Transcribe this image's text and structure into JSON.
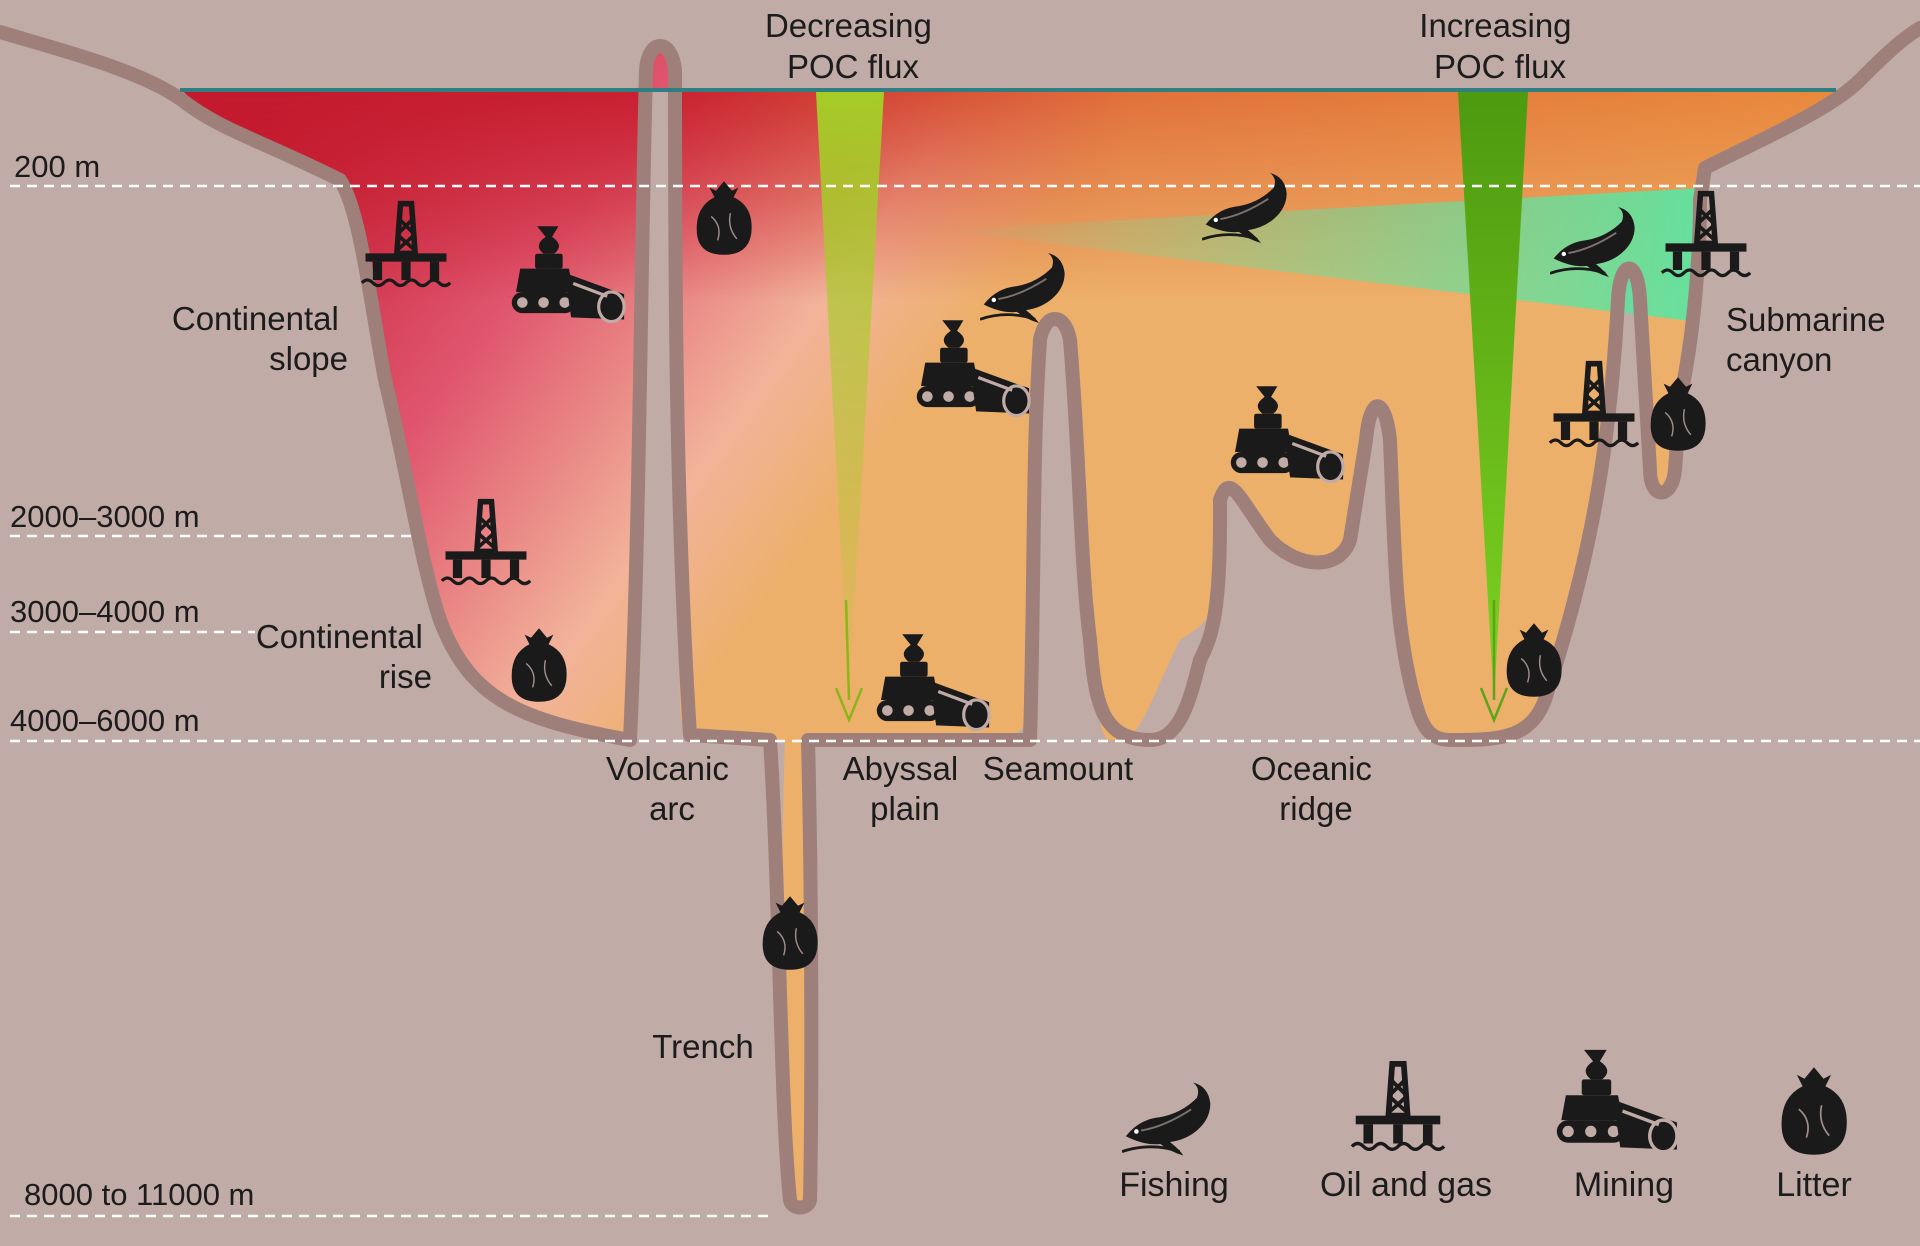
{
  "flux": {
    "decreasing": [
      "Decreasing",
      "POC flux"
    ],
    "increasing": [
      "Increasing",
      "POC flux"
    ]
  },
  "depths": {
    "d200": "200 m",
    "d2000": "2000–3000 m",
    "d3000": "3000–4000 m",
    "d4000": "4000–6000 m",
    "d8000": "8000 to 11000 m"
  },
  "features": {
    "continental_slope": [
      "Continental",
      "slope"
    ],
    "continental_rise": [
      "Continental",
      "rise"
    ],
    "volcanic_arc": [
      "Volcanic",
      "arc"
    ],
    "abyssal_plain": [
      "Abyssal",
      "plain"
    ],
    "seamount": "Seamount",
    "oceanic_ridge": [
      "Oceanic",
      "ridge"
    ],
    "submarine_canyon": [
      "Submarine",
      "canyon"
    ],
    "trench": "Trench"
  },
  "legend": {
    "fishing": "Fishing",
    "oil_gas": "Oil and gas",
    "mining": "Mining",
    "litter": "Litter"
  },
  "icon_names": [
    "fishing-icon",
    "oil-gas-platform-icon",
    "mining-vehicle-icon",
    "litter-bag-icon"
  ],
  "colors": {
    "seabed": "#c1aba6",
    "seabed_outline": "#9e7f7a",
    "surface_line": "#2f7f82",
    "water_red": "#c2182e",
    "water_pink": "#e0566e",
    "water_orange": "#e98a3c",
    "water_sand": "#edb06a",
    "poc_decreasing": "#a6cc28",
    "poc_increasing": "#4e9a10",
    "fish_layer": "#5fe3a0",
    "icon": "#1a1a1a"
  }
}
